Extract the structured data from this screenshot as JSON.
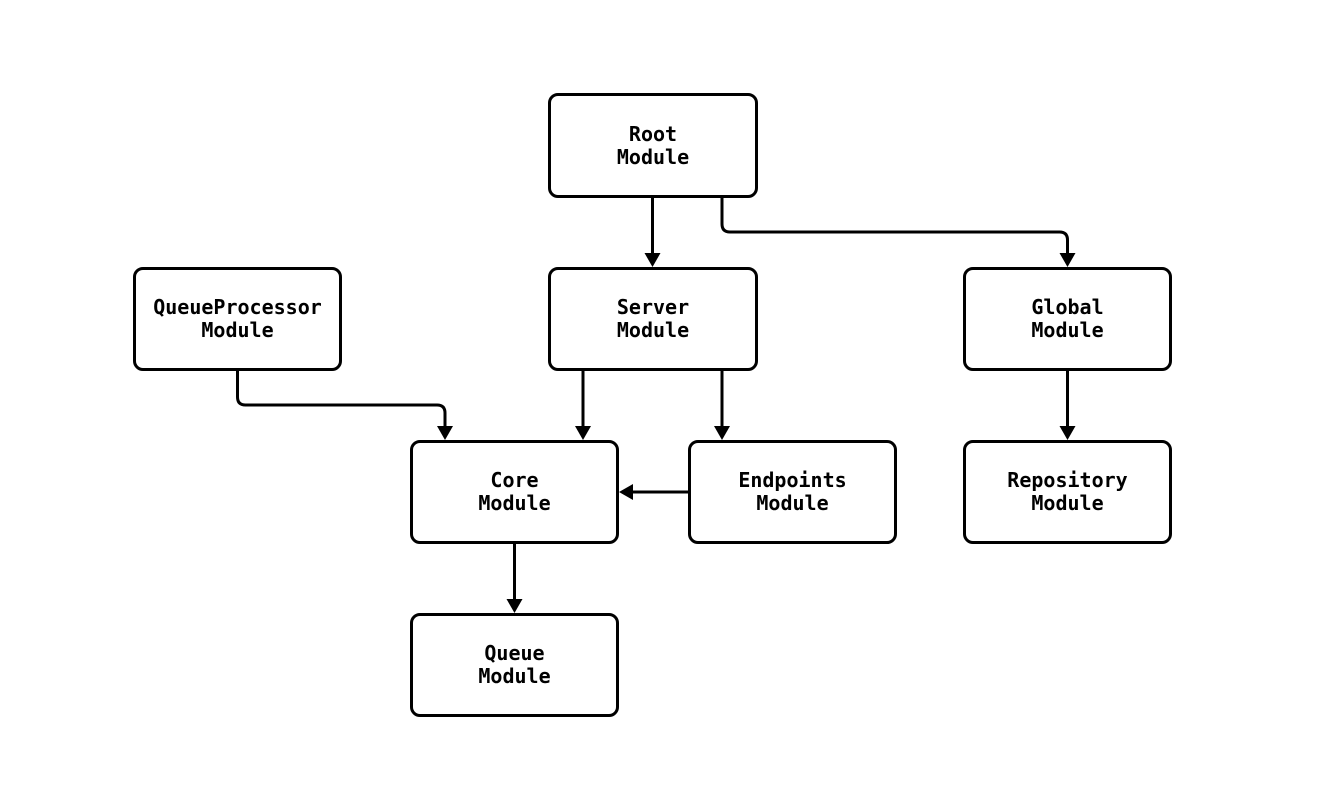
{
  "diagram": {
    "colors": {
      "background": "#ffffff",
      "node_fill": "#ffffff",
      "node_border": "#000000",
      "edge_stroke": "#000000",
      "text": "#000000"
    },
    "nodes": {
      "root": {
        "label": "Root\nModule"
      },
      "server": {
        "label": "Server\nModule"
      },
      "global": {
        "label": "Global\nModule"
      },
      "queue_processor": {
        "label": "QueueProcessor\nModule"
      },
      "core": {
        "label": "Core\nModule"
      },
      "endpoints": {
        "label": "Endpoints\nModule"
      },
      "repository": {
        "label": "Repository\nModule"
      },
      "queue": {
        "label": "Queue\nModule"
      }
    },
    "edges": [
      {
        "from": "root",
        "to": "server"
      },
      {
        "from": "root",
        "to": "global"
      },
      {
        "from": "queue_processor",
        "to": "core"
      },
      {
        "from": "server",
        "to": "core"
      },
      {
        "from": "server",
        "to": "endpoints"
      },
      {
        "from": "endpoints",
        "to": "core"
      },
      {
        "from": "global",
        "to": "repository"
      },
      {
        "from": "core",
        "to": "queue"
      }
    ]
  }
}
